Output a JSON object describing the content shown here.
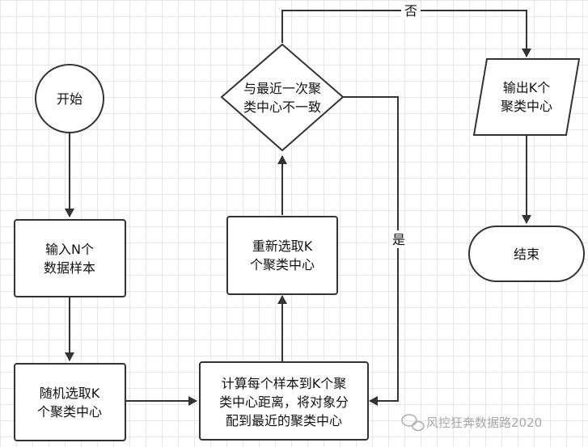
{
  "nodes": {
    "start": {
      "label": "开始"
    },
    "input": {
      "line1": "输入N个",
      "line2": "数据样本"
    },
    "random": {
      "line1": "随机选取K",
      "line2": "个聚类中心"
    },
    "compute": {
      "line1": "计算每个样本到K个聚",
      "line2": "类中心距离，将对象分",
      "line3": "配到最近的聚类中心"
    },
    "reselect": {
      "line1": "重新选取K",
      "line2": "个聚类中心"
    },
    "decision": {
      "line1": "与最近一次聚",
      "line2": "类中心不一致"
    },
    "output": {
      "line1": "输出K个",
      "line2": "聚类中心"
    },
    "end": {
      "label": "结束"
    }
  },
  "edges": {
    "no_label": "否",
    "yes_label": "是"
  },
  "watermark": {
    "text": "风控狂奔数据路2020"
  }
}
